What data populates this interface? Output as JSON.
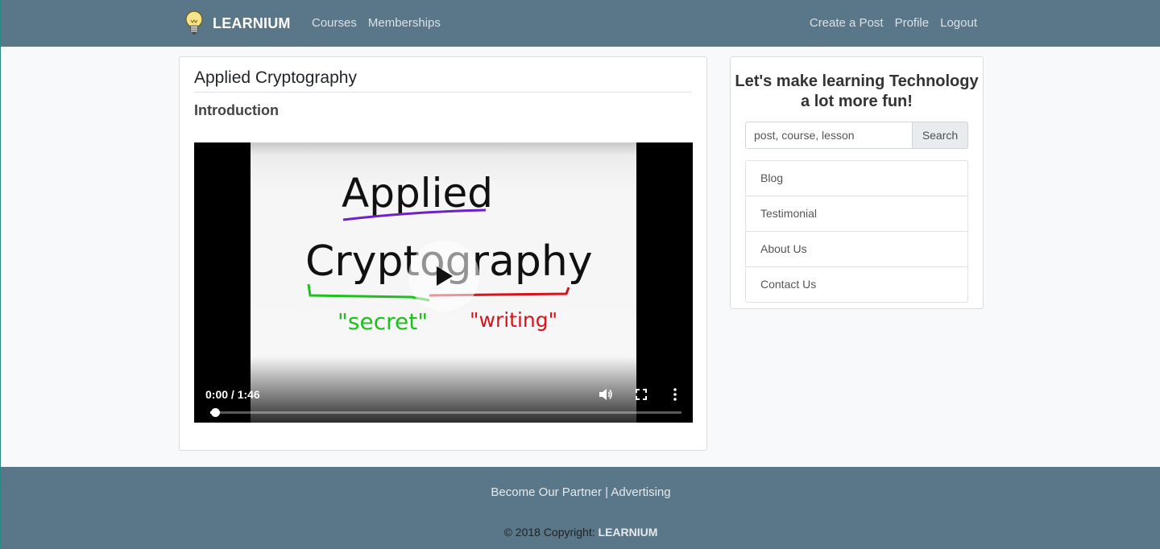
{
  "navbar": {
    "brand": "LEARNIUM",
    "left_links": [
      "Courses",
      "Memberships"
    ],
    "right_links": [
      "Create a Post",
      "Profile",
      "Logout"
    ]
  },
  "main": {
    "course_title": "Applied Cryptography",
    "lesson_title": "Introduction",
    "video": {
      "time": "0:00 / 1:46",
      "progress": 0.01,
      "frame_text": {
        "line1": "Applied",
        "line2": "Cryptography",
        "left_caption": "\"secret\"",
        "right_caption": "\"writing\""
      }
    }
  },
  "sidebar": {
    "tagline": "Let's make learning Technology a lot more fun!",
    "search_placeholder": "post, course, lesson",
    "search_button": "Search",
    "items": [
      "Blog",
      "Testimonial",
      "About Us",
      "Contact Us"
    ]
  },
  "footer": {
    "links": [
      "Become Our Partner",
      "Advertising"
    ],
    "separator": "|",
    "copyright_prefix": "© 2018 Copyright:",
    "copyright_brand": "LEARNIUM"
  },
  "colors": {
    "navbar_bg": "#5a7689",
    "green_ink": "#1fbf1f",
    "red_ink": "#d4141c",
    "purple_ink": "#6d22c9"
  },
  "icons": [
    "lightbulb-icon",
    "play-icon",
    "volume-icon",
    "fullscreen-icon",
    "more-vertical-icon"
  ]
}
